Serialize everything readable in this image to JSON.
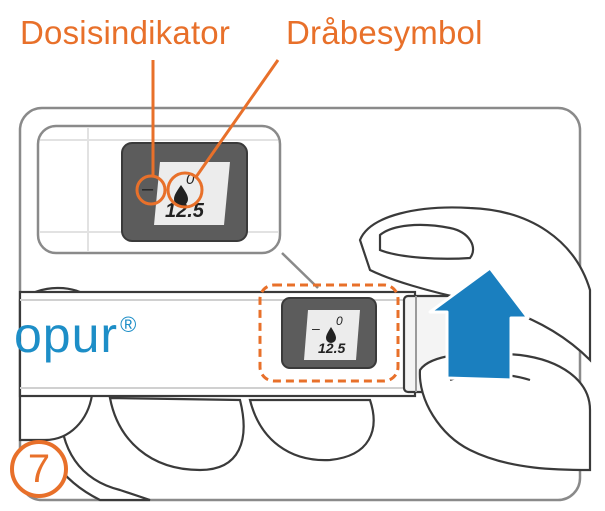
{
  "labels": {
    "dose_indicator": "Dosisindikator",
    "drop_symbol": "Dråbesymbol"
  },
  "pen": {
    "brand_text": "opur",
    "registered_mark": "®"
  },
  "dose_window": {
    "dose_top": "0",
    "dose_bottom": "12.5",
    "dash": "–"
  },
  "step": {
    "number": "7"
  },
  "colors": {
    "accent_orange": "#e8702a",
    "brand_blue": "#1d8ec7",
    "arrow_blue": "#1a7fbf",
    "window_gray": "#5c5c5c",
    "outline": "#3a3a3a"
  },
  "icons": {
    "drop": "drop-icon",
    "arrow": "arrow-up-icon"
  }
}
